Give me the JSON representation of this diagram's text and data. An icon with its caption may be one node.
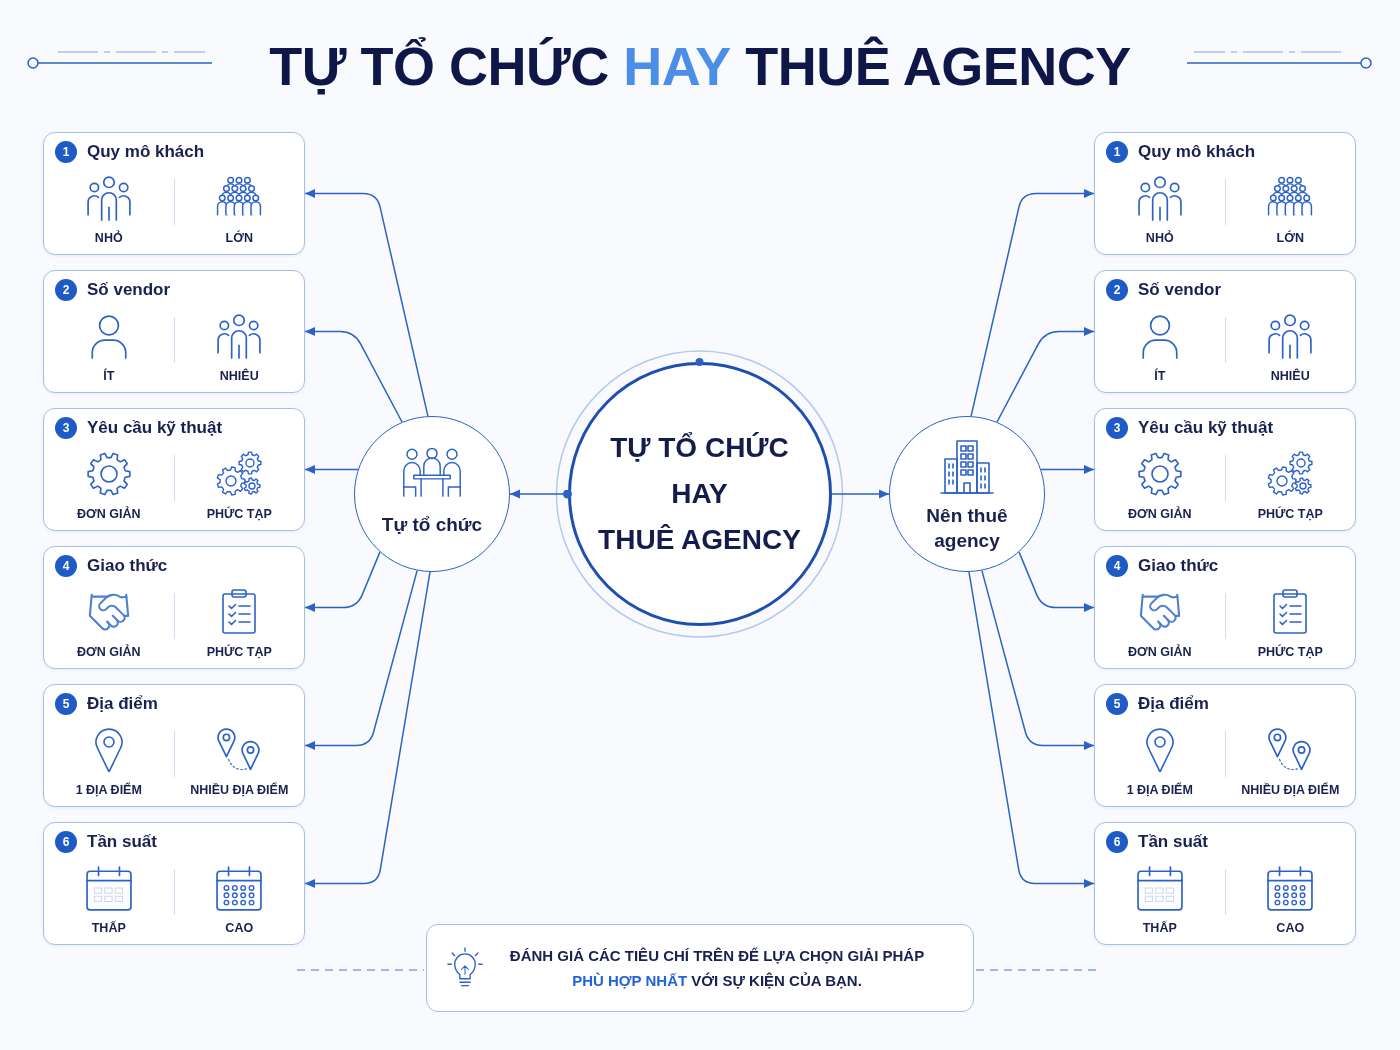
{
  "diagram": {
    "title": "TỰ TỔ CHỨC **HAY** THUÊ AGENCY",
    "nodes": [
      {
        "text": [
          "1",
          "Quy mô khách",
          "NHỎ",
          "LỚN"
        ]
      },
      {
        "text": [
          "2",
          "Số vendor",
          "ÍT",
          "NHIÊU"
        ]
      },
      {
        "text": [
          "3",
          "Yêu cầu kỹ thuật",
          "ĐƠN GIẢN",
          "PHỨC TẠP"
        ]
      },
      {
        "text": [
          "4",
          "Giao thức",
          "ĐƠN GIẢN",
          "PHỨC TẠP"
        ]
      },
      {
        "text": [
          "5",
          "Địa điểm",
          "1 ĐỊA ĐIỂM",
          "NHIỀU ĐỊA ĐIỂM"
        ]
      },
      {
        "text": [
          "6",
          "Tần suất",
          "THẤP",
          "CAO"
        ]
      },
      {
        "text": [
          "Tự tổ chức"
        ]
      },
      {
        "text": [
          "TỰ TỔ CHỨC HAY THUÊ AGENCY"
        ]
      },
      {
        "text": [
          "Nên thuê agency"
        ]
      },
      {
        "text": [
          "1",
          "Quy mô khách",
          "NHỎ",
          "LỚN"
        ]
      },
      {
        "text": [
          "2",
          "Số vendor",
          "ÍT",
          "NHIÊU"
        ]
      },
      {
        "text": [
          "3",
          "Yêu cầu kỹ thuật",
          "ĐƠN GIẢN",
          "PHỨC TẠP"
        ]
      },
      {
        "text": [
          "4",
          "Giao thức",
          "ĐƠN GIẢN",
          "PHỨC TẠP"
        ]
      },
      {
        "text": [
          "5",
          "Địa điểm",
          "1 ĐỊA ĐIỂM",
          "NHIỀU ĐỊA ĐIỂM"
        ]
      },
      {
        "text": [
          "6",
          "Tần suất",
          "THẤP",
          "CAO"
        ]
      },
      {
        "text": [
          "ĐÁNH GIÁ CÁC TIÊU CHÍ TRÊN ĐỂ LỰA CHỌN GIẢI PHÁP **PHÙ HỢP NHẤT** VỚI SỰ KIỆN CỦA BẠN."
        ]
      }
    ],
    "edges": [
      {
        "from": 7,
        "to": 6,
        "arrow": "to"
      },
      {
        "from": 7,
        "to": 8,
        "arrow": "to"
      },
      {
        "from": 6,
        "to": 0,
        "arrow": "to"
      },
      {
        "from": 6,
        "to": 1,
        "arrow": "to"
      },
      {
        "from": 6,
        "to": 2,
        "arrow": "to"
      },
      {
        "from": 6,
        "to": 3,
        "arrow": "to"
      },
      {
        "from": 6,
        "to": 4,
        "arrow": "to"
      },
      {
        "from": 6,
        "to": 5,
        "arrow": "to"
      },
      {
        "from": 8,
        "to": 9,
        "arrow": "to"
      },
      {
        "from": 8,
        "to": 10,
        "arrow": "to"
      },
      {
        "from": 8,
        "to": 11,
        "arrow": "to"
      },
      {
        "from": 8,
        "to": 12,
        "arrow": "to"
      },
      {
        "from": 8,
        "to": 13,
        "arrow": "to"
      },
      {
        "from": 8,
        "to": 14,
        "arrow": "to"
      }
    ]
  }
}
